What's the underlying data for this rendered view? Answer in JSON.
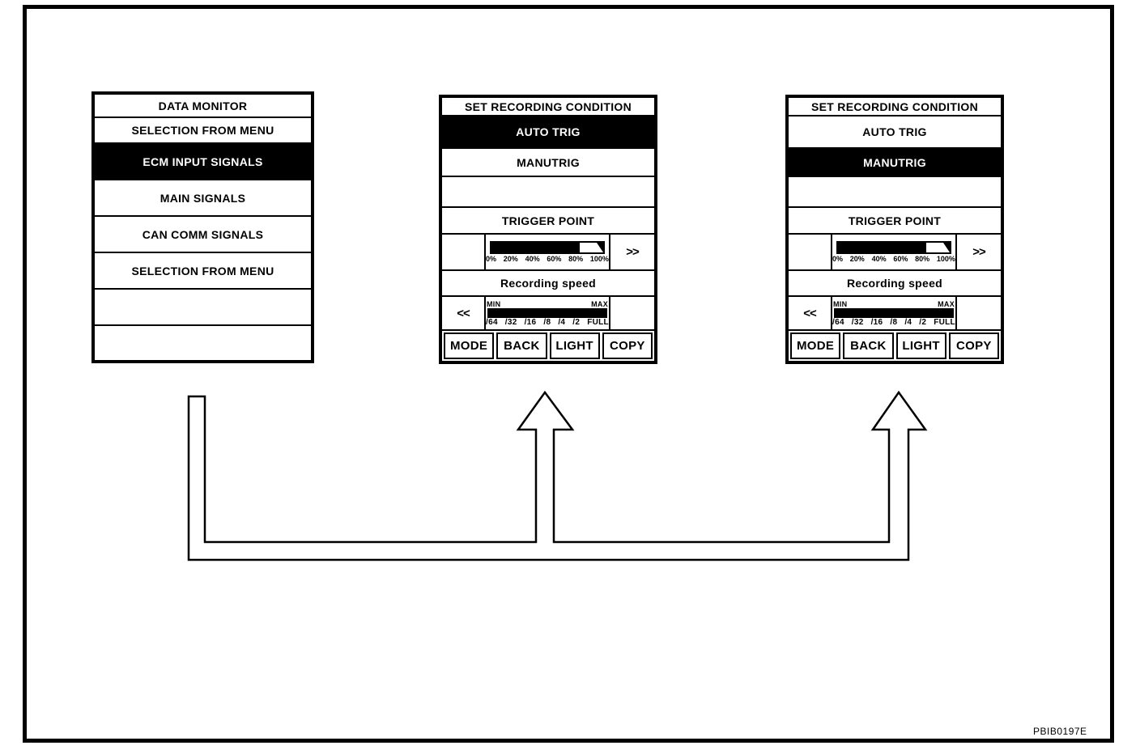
{
  "figure": {
    "code": "PBIB0197E"
  },
  "colors": {
    "ink": "#000000",
    "paper": "#ffffff"
  },
  "data_monitor": {
    "title": "DATA MONITOR",
    "rows": [
      {
        "label": "SELECTION FROM MENU",
        "highlighted": false
      },
      {
        "label": "ECM INPUT SIGNALS",
        "highlighted": true
      },
      {
        "label": "MAIN SIGNALS",
        "highlighted": false
      },
      {
        "label": "CAN COMM SIGNALS",
        "highlighted": false
      },
      {
        "label": "SELECTION FROM MENU",
        "highlighted": false
      },
      {
        "label": "",
        "highlighted": false
      },
      {
        "label": "",
        "highlighted": false
      }
    ]
  },
  "recording_auto": {
    "title": "SET RECORDING CONDITION",
    "options": [
      {
        "label": "AUTO TRIG",
        "highlighted": true
      },
      {
        "label": "MANUTRIG",
        "highlighted": false
      }
    ],
    "trigger_point_label": "TRIGGER POINT",
    "trigger_fill_percent": 79,
    "trigger_ticks": [
      "0%",
      "20%",
      "40%",
      "60%",
      "80%",
      "100%"
    ],
    "fast_forward_label": ">>",
    "rewind_label": "<<",
    "recording_speed_label": "Recording speed",
    "speed_min_label": "MIN",
    "speed_max_label": "MAX",
    "speed_ticks": [
      "/64",
      "/32",
      "/16",
      "/8",
      "/4",
      "/2",
      "FULL"
    ],
    "soft_keys": [
      "MODE",
      "BACK",
      "LIGHT",
      "COPY"
    ]
  },
  "recording_manu": {
    "title": "SET RECORDING CONDITION",
    "options": [
      {
        "label": "AUTO TRIG",
        "highlighted": false
      },
      {
        "label": "MANUTRIG",
        "highlighted": true
      }
    ],
    "trigger_point_label": "TRIGGER POINT",
    "trigger_fill_percent": 79,
    "trigger_ticks": [
      "0%",
      "20%",
      "40%",
      "60%",
      "80%",
      "100%"
    ],
    "fast_forward_label": ">>",
    "rewind_label": "<<",
    "recording_speed_label": "Recording speed",
    "speed_min_label": "MIN",
    "speed_max_label": "MAX",
    "speed_ticks": [
      "/64",
      "/32",
      "/16",
      "/8",
      "/4",
      "/2",
      "FULL"
    ],
    "soft_keys": [
      "MODE",
      "BACK",
      "LIGHT",
      "COPY"
    ]
  }
}
